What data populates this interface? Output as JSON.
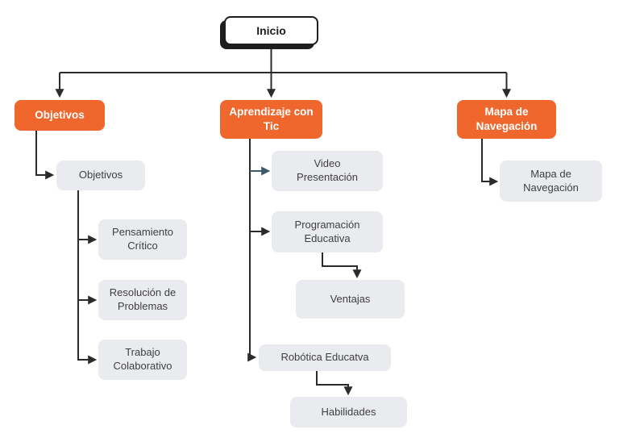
{
  "diagram_type": "navigation-flowchart",
  "colors": {
    "accent_orange": "#f0672e",
    "node_gray": "#e9ebee",
    "node_text_dark": "#3f3f3f",
    "line_dark": "#2b2b2b",
    "line_slate": "#3d5a68",
    "inicio_border": "#1d1d1d"
  },
  "nodes": {
    "inicio": {
      "label": "Inicio"
    },
    "objetivos_branch": {
      "label": "Objetivos"
    },
    "aprendizaje_branch": {
      "label": "Aprendizaje con\nTic"
    },
    "mapa_branch": {
      "label": "Mapa de\nNavegación"
    },
    "objetivos_sub": {
      "label": "Objetivos"
    },
    "pensamiento": {
      "label": "Pensamiento\nCrítico"
    },
    "resolucion": {
      "label": "Resolución de\nProblemas"
    },
    "trabajo": {
      "label": "Trabajo\nColaborativo"
    },
    "video": {
      "label": "Video\nPresentación"
    },
    "programacion": {
      "label": "Programación\nEducativa"
    },
    "ventajas": {
      "label": "Ventajas"
    },
    "robotica": {
      "label": "Robótica Educatva"
    },
    "habilidades": {
      "label": "Habilidades"
    },
    "mapa_sub": {
      "label": "Mapa de\nNavegación"
    }
  },
  "edges": [
    [
      "inicio",
      "objetivos_branch"
    ],
    [
      "inicio",
      "aprendizaje_branch"
    ],
    [
      "inicio",
      "mapa_branch"
    ],
    [
      "objetivos_branch",
      "objetivos_sub"
    ],
    [
      "objetivos_sub",
      "pensamiento"
    ],
    [
      "objetivos_sub",
      "resolucion"
    ],
    [
      "objetivos_sub",
      "trabajo"
    ],
    [
      "aprendizaje_branch",
      "video"
    ],
    [
      "aprendizaje_branch",
      "programacion"
    ],
    [
      "aprendizaje_branch",
      "robotica"
    ],
    [
      "programacion",
      "ventajas"
    ],
    [
      "robotica",
      "habilidades"
    ],
    [
      "mapa_branch",
      "mapa_sub"
    ]
  ]
}
